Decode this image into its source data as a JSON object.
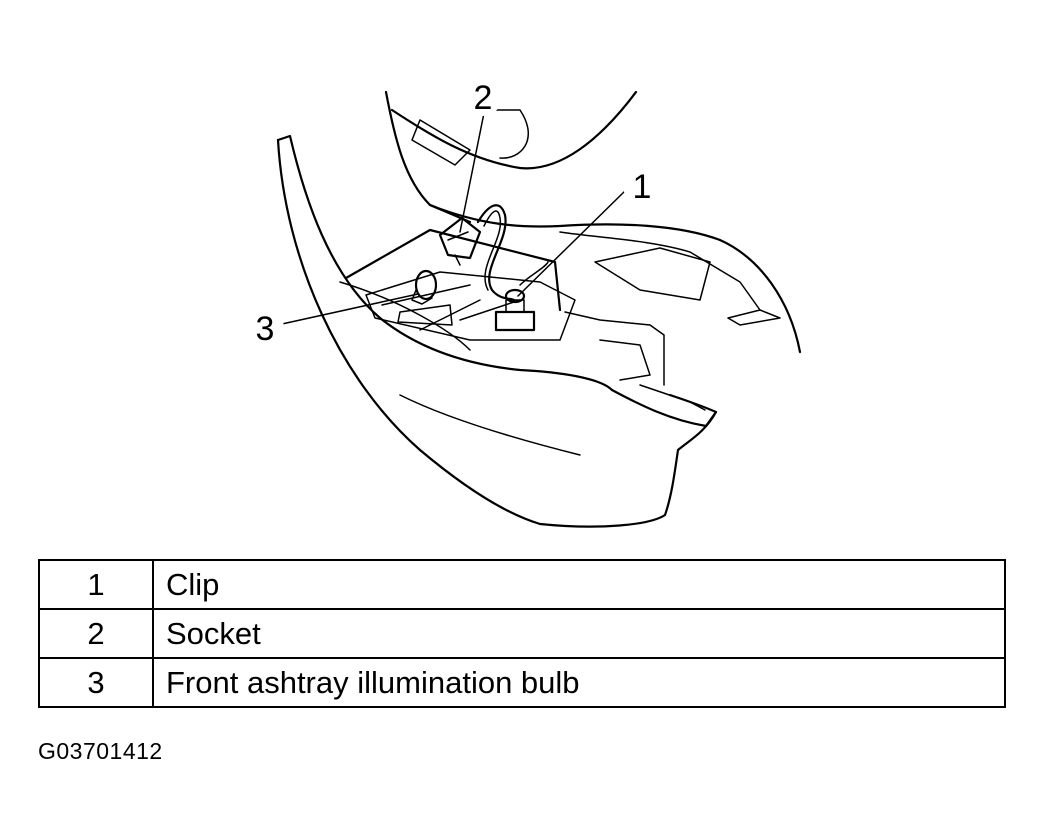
{
  "callouts": [
    {
      "number": "1"
    },
    {
      "number": "2"
    },
    {
      "number": "3"
    }
  ],
  "legend": [
    {
      "number": "1",
      "description": "Clip"
    },
    {
      "number": "2",
      "description": "Socket"
    },
    {
      "number": "3",
      "description": "Front ashtray illumination bulb"
    }
  ],
  "figure_code": "G03701412"
}
